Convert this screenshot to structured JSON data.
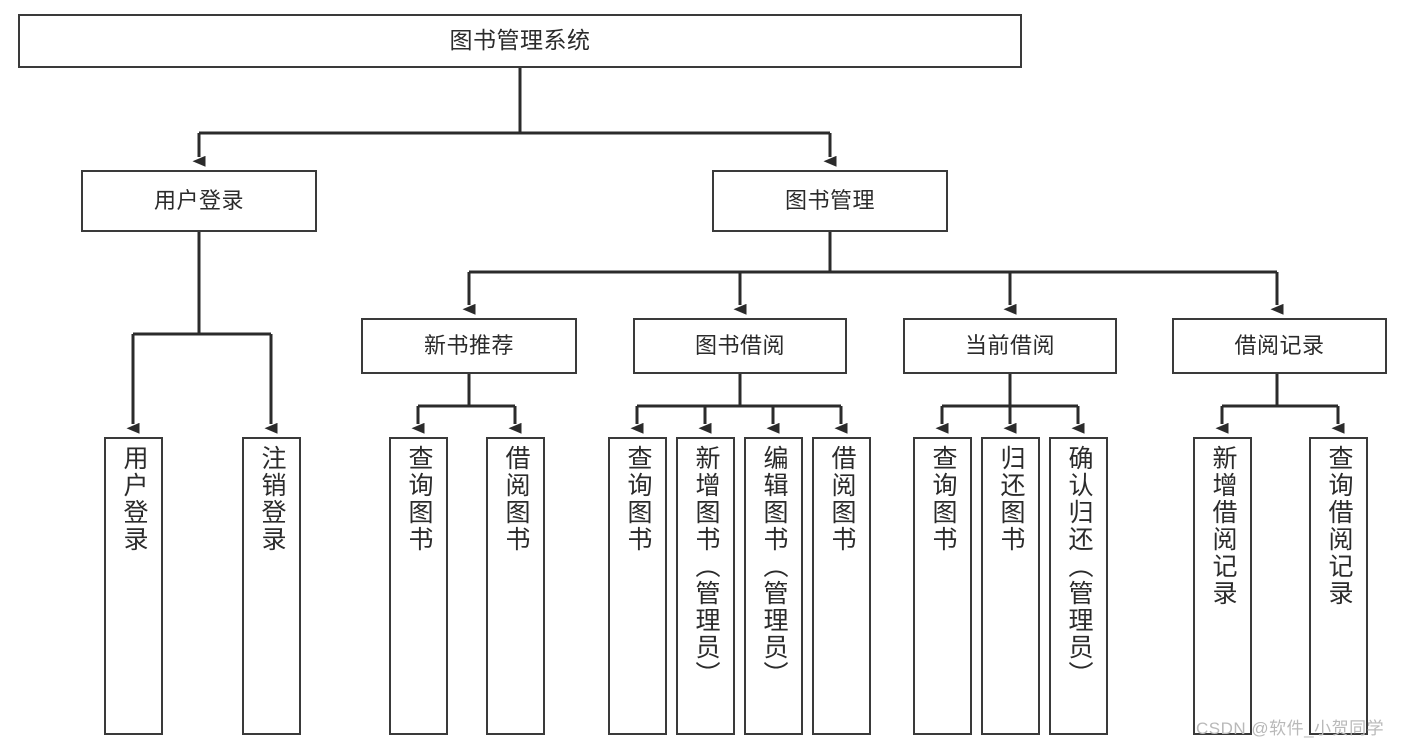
{
  "diagram": {
    "type": "hierarchy-tree",
    "title": "图书管理系统",
    "watermark": "CSDN @软件_小贺同学",
    "colors": {
      "box_border": "#3a3a3a",
      "box_fill": "#ffffff",
      "connector": "#2b2b2b",
      "text": "#2b2b2b",
      "watermark": "#b9b9b9",
      "background": "#ffffff"
    },
    "root": {
      "label": "图书管理系统"
    },
    "level1": [
      {
        "label": "用户登录"
      },
      {
        "label": "图书管理"
      }
    ],
    "level2": [
      {
        "label": "新书推荐"
      },
      {
        "label": "图书借阅"
      },
      {
        "label": "当前借阅"
      },
      {
        "label": "借阅记录"
      }
    ],
    "leaves": {
      "user_login": [
        {
          "label": "用户登录"
        },
        {
          "label": "注销登录"
        }
      ],
      "new_book_recommend": [
        {
          "label": "查询图书"
        },
        {
          "label": "借阅图书"
        }
      ],
      "book_borrow": [
        {
          "label": "查询图书"
        },
        {
          "label": "新增图书（管理员）"
        },
        {
          "label": "编辑图书（管理员）"
        },
        {
          "label": "借阅图书"
        }
      ],
      "current_borrow": [
        {
          "label": "查询图书"
        },
        {
          "label": "归还图书"
        },
        {
          "label": "确认归还（管理员）"
        }
      ],
      "borrow_record": [
        {
          "label": "新增借阅记录"
        },
        {
          "label": "查询借阅记录"
        }
      ]
    }
  }
}
